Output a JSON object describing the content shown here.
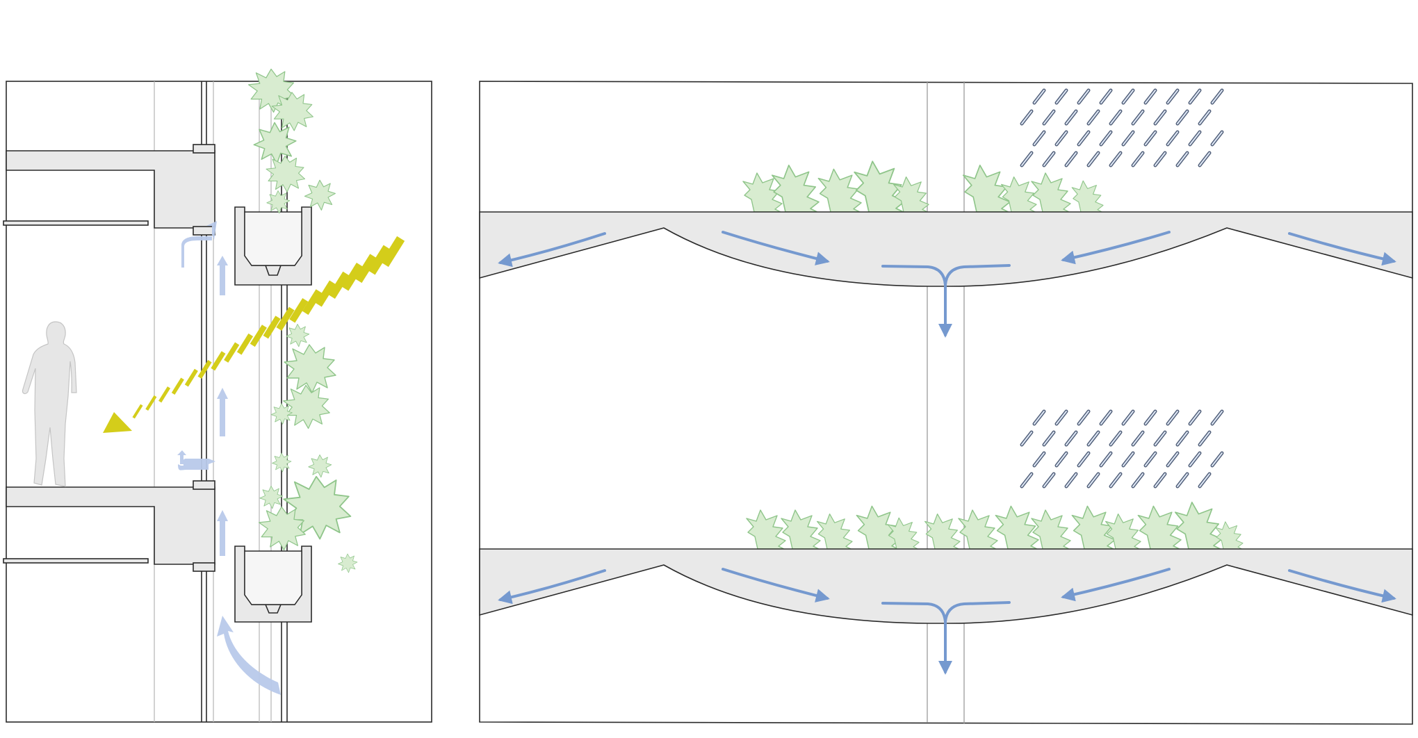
{
  "diagram": {
    "panels": [
      {
        "name": "facade-section",
        "elements": [
          "floor-slab",
          "floor-slab",
          "glazing",
          "planter-box",
          "planter-box",
          "climbing-plants",
          "sunlight-ray",
          "airflow-arrows",
          "person-figure"
        ]
      },
      {
        "name": "roof-drainage-section",
        "elements": [
          "roof-slab",
          "roof-slab",
          "green-roof-plants",
          "rain-streaks",
          "drainage-arrows",
          "drain-pipe"
        ]
      }
    ],
    "colors": {
      "frame": "#2a2a2a",
      "slab": "#e9e9e9",
      "vegetation_fill": "#d8ecd0",
      "vegetation_stroke": "#8fc58a",
      "airflow": "#b8c9ea",
      "water_flow": "#7599cf",
      "rain": "#52607a",
      "sunlight": "#d4cd1a",
      "person": "#e6e6e6"
    },
    "icons": [
      "person-icon",
      "sun-ray-icon",
      "rain-icon",
      "leaf-icon",
      "arrow-icon"
    ]
  }
}
